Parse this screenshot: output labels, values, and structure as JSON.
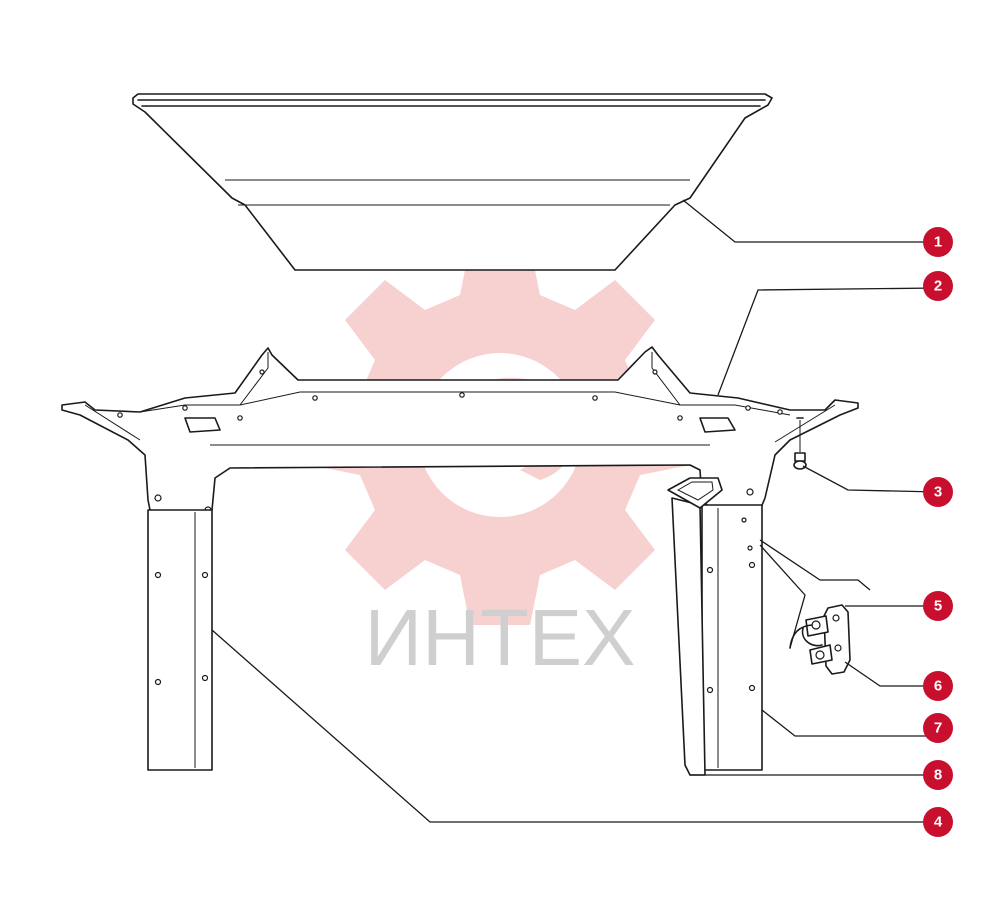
{
  "watermark": {
    "text": "ИНТЕХ",
    "text_color": "#cfcfcf",
    "logo_color": "#f6c8c8",
    "logo_icon": "gear-logo-icon"
  },
  "callout_color": "#c8102e",
  "callouts": [
    {
      "label": "1"
    },
    {
      "label": "2"
    },
    {
      "label": "3"
    },
    {
      "label": "5"
    },
    {
      "label": "6"
    },
    {
      "label": "7"
    },
    {
      "label": "8"
    },
    {
      "label": "4"
    }
  ]
}
